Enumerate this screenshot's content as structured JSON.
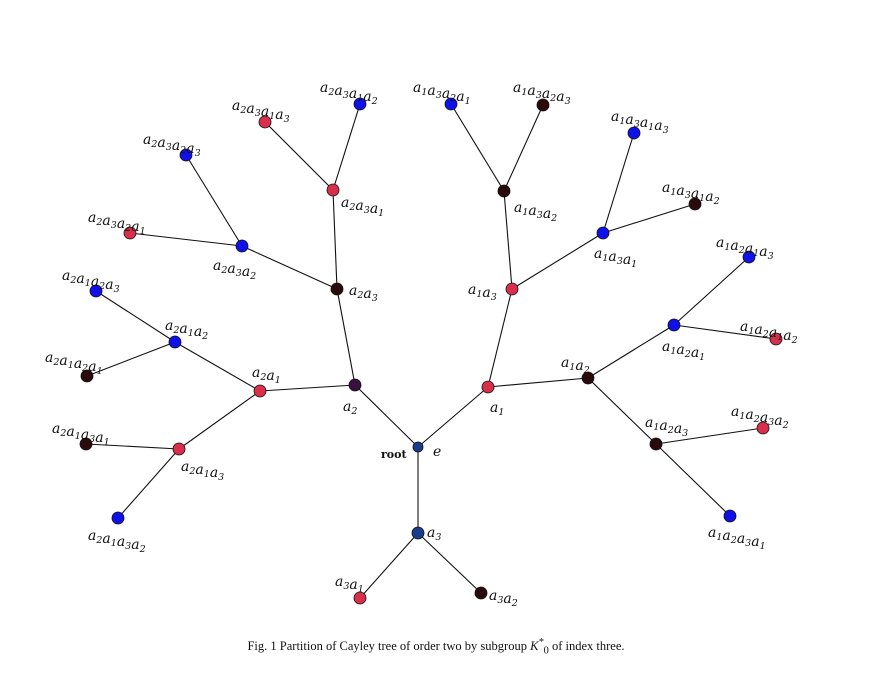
{
  "diagram": {
    "root_label": "root",
    "identity_label": "e",
    "colors": {
      "blue": "#1010e8",
      "red": "#d8304a",
      "dark": "#2a0a0a",
      "navy": "#1a3c8c",
      "purple": "#3a1040"
    },
    "nodes": [
      {
        "id": "e",
        "word": "e",
        "color": "navy"
      },
      {
        "id": "a1",
        "word": "1",
        "color": "red"
      },
      {
        "id": "a2",
        "word": "2",
        "color": "purple"
      },
      {
        "id": "a3",
        "word": "3",
        "color": "navy"
      },
      {
        "id": "a1a2",
        "word": "12",
        "color": "dark"
      },
      {
        "id": "a1a3",
        "word": "13",
        "color": "red"
      },
      {
        "id": "a2a1",
        "word": "21",
        "color": "red"
      },
      {
        "id": "a2a3",
        "word": "23",
        "color": "dark"
      },
      {
        "id": "a3a1",
        "word": "31",
        "color": "red"
      },
      {
        "id": "a3a2",
        "word": "32",
        "color": "dark"
      },
      {
        "id": "a1a2a1",
        "word": "121",
        "color": "blue"
      },
      {
        "id": "a1a2a3",
        "word": "123",
        "color": "dark"
      },
      {
        "id": "a1a3a1",
        "word": "131",
        "color": "blue"
      },
      {
        "id": "a1a3a2",
        "word": "132",
        "color": "dark"
      },
      {
        "id": "a2a1a2",
        "word": "212",
        "color": "blue"
      },
      {
        "id": "a2a1a3",
        "word": "213",
        "color": "red"
      },
      {
        "id": "a2a3a1",
        "word": "231",
        "color": "red"
      },
      {
        "id": "a2a3a2",
        "word": "232",
        "color": "blue"
      },
      {
        "id": "a1a2a1a2",
        "word": "1212",
        "color": "red"
      },
      {
        "id": "a1a2a1a3",
        "word": "1213",
        "color": "blue"
      },
      {
        "id": "a1a2a3a1",
        "word": "1231",
        "color": "blue"
      },
      {
        "id": "a1a2a3a2",
        "word": "1232",
        "color": "red"
      },
      {
        "id": "a1a3a1a2",
        "word": "1312",
        "color": "dark"
      },
      {
        "id": "a1a3a1a3",
        "word": "1313",
        "color": "blue"
      },
      {
        "id": "a1a3a2a1",
        "word": "1321",
        "color": "blue"
      },
      {
        "id": "a1a3a2a3",
        "word": "1323",
        "color": "dark"
      },
      {
        "id": "a2a1a2a1",
        "word": "2121",
        "color": "dark"
      },
      {
        "id": "a2a1a2a3",
        "word": "2123",
        "color": "blue"
      },
      {
        "id": "a2a1a3a1",
        "word": "2131",
        "color": "dark"
      },
      {
        "id": "a2a1a3a2",
        "word": "2132",
        "color": "blue"
      },
      {
        "id": "a2a3a1a2",
        "word": "2312",
        "color": "blue"
      },
      {
        "id": "a2a3a1a3",
        "word": "2313",
        "color": "red"
      },
      {
        "id": "a2a3a2a1",
        "word": "2321",
        "color": "red"
      },
      {
        "id": "a2a3a2a3",
        "word": "2323",
        "color": "blue"
      }
    ],
    "edges": [
      [
        "e",
        "a1"
      ],
      [
        "e",
        "a2"
      ],
      [
        "e",
        "a3"
      ],
      [
        "a1",
        "a1a2"
      ],
      [
        "a1",
        "a1a3"
      ],
      [
        "a2",
        "a2a1"
      ],
      [
        "a2",
        "a2a3"
      ],
      [
        "a3",
        "a3a1"
      ],
      [
        "a3",
        "a3a2"
      ],
      [
        "a1a2",
        "a1a2a1"
      ],
      [
        "a1a2",
        "a1a2a3"
      ],
      [
        "a1a3",
        "a1a3a1"
      ],
      [
        "a1a3",
        "a1a3a2"
      ],
      [
        "a2a1",
        "a2a1a2"
      ],
      [
        "a2a1",
        "a2a1a3"
      ],
      [
        "a2a3",
        "a2a3a1"
      ],
      [
        "a2a3",
        "a2a3a2"
      ],
      [
        "a1a2a1",
        "a1a2a1a2"
      ],
      [
        "a1a2a1",
        "a1a2a1a3"
      ],
      [
        "a1a2a3",
        "a1a2a3a1"
      ],
      [
        "a1a2a3",
        "a1a2a3a2"
      ],
      [
        "a1a3a1",
        "a1a3a1a2"
      ],
      [
        "a1a3a1",
        "a1a3a1a3"
      ],
      [
        "a1a3a2",
        "a1a3a2a1"
      ],
      [
        "a1a3a2",
        "a1a3a2a3"
      ],
      [
        "a2a1a2",
        "a2a1a2a1"
      ],
      [
        "a2a1a2",
        "a2a1a2a3"
      ],
      [
        "a2a1a3",
        "a2a1a3a1"
      ],
      [
        "a2a1a3",
        "a2a1a3a2"
      ],
      [
        "a2a3a1",
        "a2a3a1a2"
      ],
      [
        "a2a3a1",
        "a2a3a1a3"
      ],
      [
        "a2a3a2",
        "a2a3a2a1"
      ],
      [
        "a2a3a2",
        "a2a3a2a3"
      ]
    ]
  },
  "caption": {
    "prefix": "Fig. 1  Partition of Cayley tree of order two by subgroup ",
    "symbol": "K",
    "symbol_sub": "0",
    "symbol_sup": "*",
    "suffix": " of index three."
  }
}
